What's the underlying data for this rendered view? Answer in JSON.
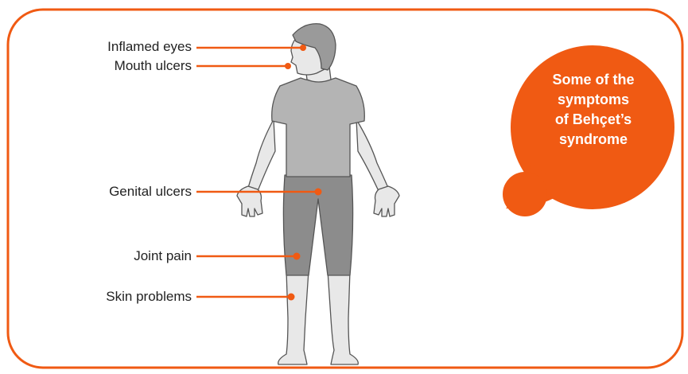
{
  "colors": {
    "accent": "#f05a13",
    "body_fill": "#e8e8e8",
    "body_stroke": "#555555",
    "shirt": "#b4b4b4",
    "shorts": "#8c8c8c",
    "hair": "#9a9a9a",
    "frame": "#f05a13"
  },
  "callout": {
    "lines": [
      "Some of the",
      "symptoms",
      "of Behçet’s",
      "syndrome"
    ]
  },
  "symptoms": [
    {
      "id": "inflamed-eyes",
      "label": "Inflamed eyes"
    },
    {
      "id": "mouth-ulcers",
      "label": "Mouth ulcers"
    },
    {
      "id": "genital-ulcers",
      "label": "Genital ulcers"
    },
    {
      "id": "joint-pain",
      "label": "Joint pain"
    },
    {
      "id": "skin-problems",
      "label": "Skin problems"
    }
  ]
}
